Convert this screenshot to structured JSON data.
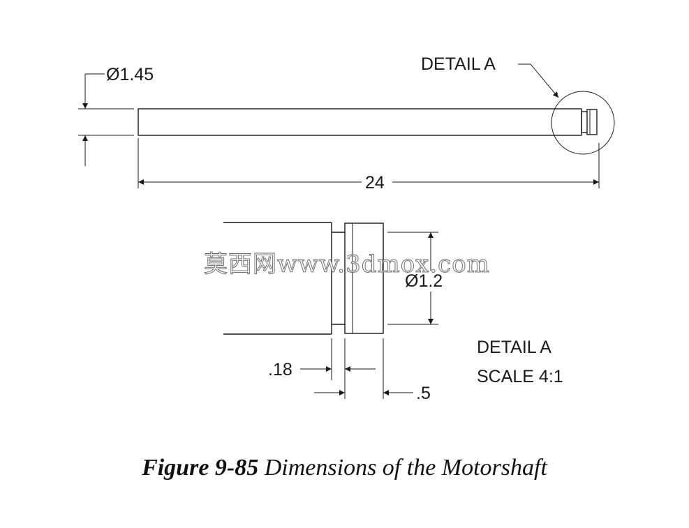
{
  "top_view": {
    "diameter_label": "Ø1.45",
    "length_label": "24",
    "detail_callout": "DETAIL A"
  },
  "detail_view": {
    "diameter_label": "Ø1.2",
    "groove_width_label": ".18",
    "end_length_label": ".5",
    "title": "DETAIL A",
    "scale": "SCALE 4:1"
  },
  "watermark": "莫西网www.3dmox.com",
  "caption": {
    "label": "Figure 9-85",
    "text": " Dimensions of the Motorshaft"
  }
}
